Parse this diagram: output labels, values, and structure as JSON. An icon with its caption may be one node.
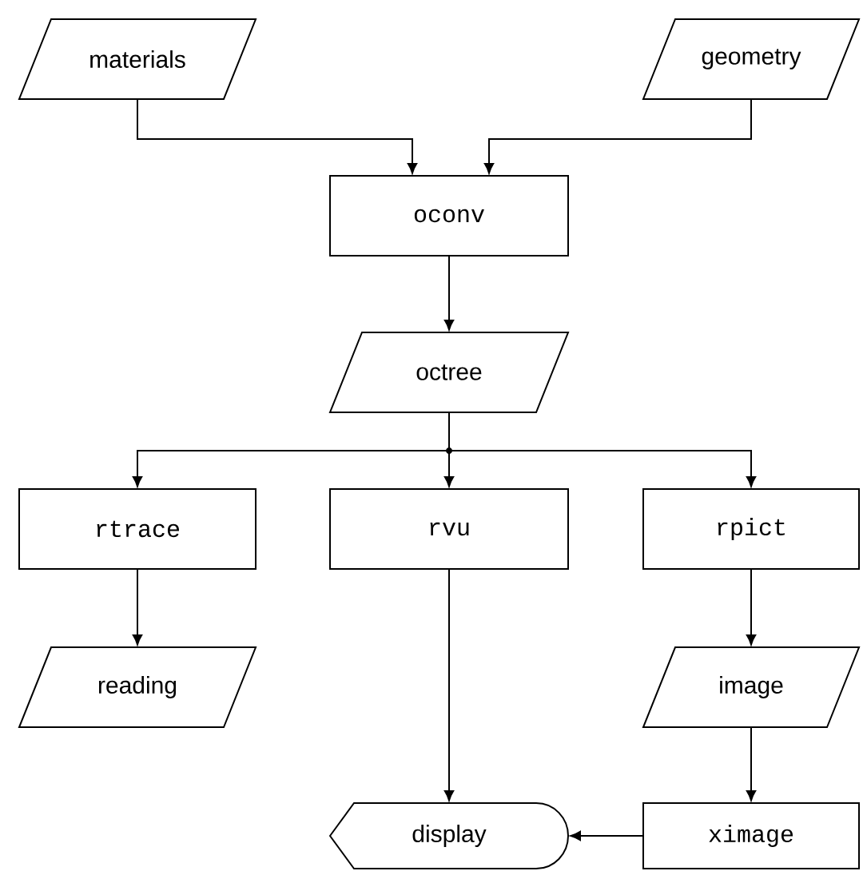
{
  "diagram": {
    "nodes": [
      {
        "text": [
          "materials"
        ]
      },
      {
        "text": [
          "geometry"
        ]
      },
      {
        "text": [
          "oconv"
        ]
      },
      {
        "text": [
          "octree"
        ]
      },
      {
        "text": [
          "rtrace"
        ]
      },
      {
        "text": [
          "rvu"
        ]
      },
      {
        "text": [
          "rpict"
        ]
      },
      {
        "text": [
          "reading"
        ]
      },
      {
        "text": [
          "image"
        ]
      },
      {
        "text": [
          "display"
        ]
      },
      {
        "text": [
          "ximage"
        ]
      }
    ],
    "edges": [
      {
        "from": 0,
        "to": 2,
        "arrow": "to"
      },
      {
        "from": 1,
        "to": 2,
        "arrow": "to"
      },
      {
        "from": 2,
        "to": 3,
        "arrow": "to"
      },
      {
        "from": 3,
        "to": 4,
        "arrow": "to"
      },
      {
        "from": 3,
        "to": 5,
        "arrow": "to"
      },
      {
        "from": 3,
        "to": 6,
        "arrow": "to"
      },
      {
        "from": 4,
        "to": 7,
        "arrow": "to"
      },
      {
        "from": 5,
        "to": 9,
        "arrow": "to"
      },
      {
        "from": 6,
        "to": 8,
        "arrow": "to"
      },
      {
        "from": 8,
        "to": 10,
        "arrow": "to"
      },
      {
        "from": 10,
        "to": 9,
        "arrow": "to"
      }
    ]
  }
}
